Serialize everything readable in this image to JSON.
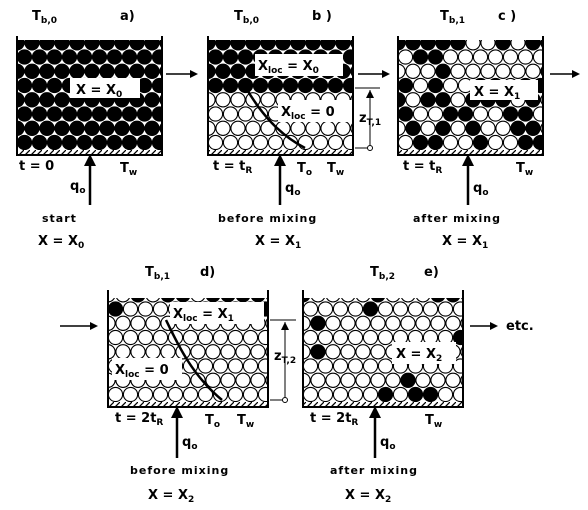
{
  "colors": {
    "ink": "#000000",
    "paper": "#ffffff"
  },
  "panels": [
    {
      "id": "a",
      "top": "T",
      "top_sub": "b,0",
      "letter": "a)",
      "time": "t = 0",
      "caption": "start",
      "eq_main": "X = X",
      "eq_main_sub": "0",
      "inside": [
        {
          "text": "X = X",
          "sub": "0"
        }
      ]
    },
    {
      "id": "b",
      "top": "T",
      "top_sub": "b,0",
      "letter": "b )",
      "time": "t = t",
      "time_sub": "R",
      "mid_label": "T",
      "mid_sub": "o",
      "caption": "before  mixing",
      "eq_main": "X = X",
      "eq_main_sub": "1",
      "inside": [
        {
          "text": "X",
          "sub": "loc",
          "tail": " = X",
          "tail_sub": "0"
        },
        {
          "text": "X",
          "sub": "loc",
          "tail": " = 0"
        }
      ],
      "side": "z",
      "side_sub": "T,1"
    },
    {
      "id": "c",
      "top": "T",
      "top_sub": "b,1",
      "letter": "c )",
      "time": "t = t",
      "time_sub": "R",
      "caption": "after  mixing",
      "eq_main": "X = X",
      "eq_main_sub": "1",
      "inside": [
        {
          "text": "X = X",
          "sub": "1"
        }
      ]
    },
    {
      "id": "d",
      "top": "T",
      "top_sub": "b,1",
      "letter": "d)",
      "time": "t = 2t",
      "time_sub": "R",
      "mid_label": "T",
      "mid_sub": "o",
      "caption": "before  mixing",
      "eq_main": "X = X",
      "eq_main_sub": "2",
      "inside": [
        {
          "text": "X",
          "sub": "loc",
          "tail": " = X",
          "tail_sub": "1"
        },
        {
          "text": "X",
          "sub": "loc",
          "tail": " = 0"
        }
      ],
      "side": "z",
      "side_sub": "T,2"
    },
    {
      "id": "e",
      "top": "T",
      "top_sub": "b,2",
      "letter": "e)",
      "time": "t = 2t",
      "time_sub": "R",
      "caption": "after  mixing",
      "eq_main": "X = X",
      "eq_main_sub": "2",
      "inside": [
        {
          "text": "X = X",
          "sub": "2"
        }
      ]
    }
  ],
  "wall_label": "T",
  "wall_sub": "w",
  "heat_label": "q",
  "heat_sub": "o",
  "etc_label": "etc."
}
